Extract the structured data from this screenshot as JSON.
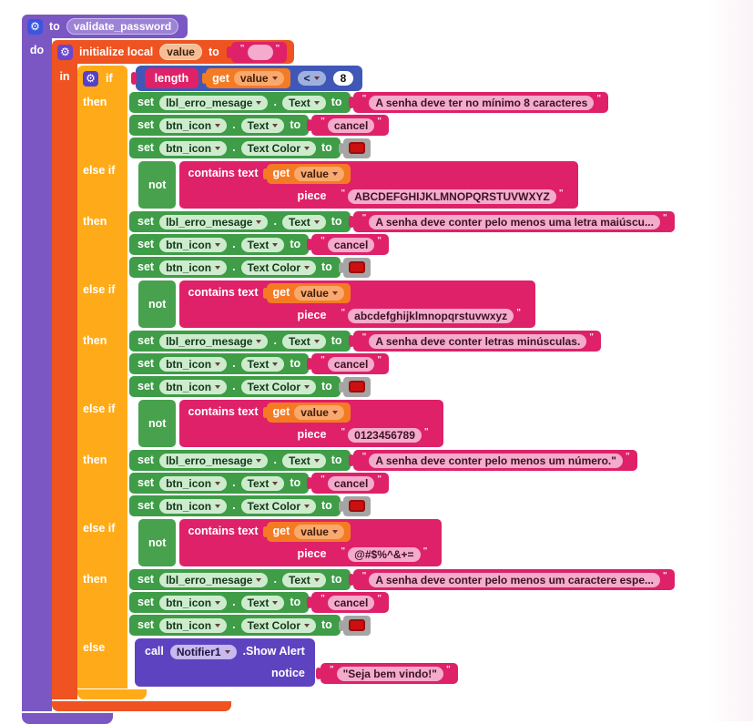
{
  "labels": {
    "to": "to",
    "do": "do",
    "in": "in",
    "if": "if",
    "then": "then",
    "else_if": "else if",
    "else": "else",
    "set": "set",
    "dot": ".",
    "not": "not",
    "contains": "contains text",
    "piece": "piece",
    "length": "length",
    "get": "get",
    "call": "call",
    "notice": "notice",
    "quote": "\""
  },
  "icons": {
    "gear": "⚙"
  },
  "procedure": {
    "name": "validate_password"
  },
  "init_local": {
    "label": "initialize local",
    "var": "value",
    "value": ""
  },
  "condition": {
    "var": "value",
    "op": "<",
    "number": "8"
  },
  "fields": {
    "label_component": "lbl_erro_mesage",
    "button_component": "btn_icon",
    "prop_text": "Text",
    "prop_text_color": "Text Color",
    "icon_value": "cancel",
    "component": "Notifier1",
    "method": ".Show Alert"
  },
  "branches": [
    {
      "message": "A senha deve ter no mínimo 8 caracteres"
    },
    {
      "piece": "ABCDEFGHIJKLMNOPQRSTUVWXYZ",
      "message": "A senha deve conter pelo menos uma letra maiúscu..."
    },
    {
      "piece": "abcdefghijklmnopqrstuvwxyz",
      "message": "A senha deve conter letras minúsculas."
    },
    {
      "piece": "0123456789",
      "message": "A senha deve conter pelo menos um número.\""
    },
    {
      "piece": "@#$%^&+=",
      "message": "A senha deve conter pelo menos um caractere espe..."
    }
  ],
  "else_branch": {
    "notice_value": "\"Seja bem vindo!\""
  },
  "colors": {
    "procedure_purple": "#7b57c4",
    "variable_orange": "#ee5321",
    "control_yellow": "#ffab19",
    "setter_green": "#3f9c47",
    "logic_green": "#47a14d",
    "text_pink": "#de2168",
    "math_blue": "#3f58b7",
    "getter_orange": "#f57b23",
    "call_purple": "#5e43c0",
    "swatch_red": "#cc1010",
    "color_socket_grey": "#a5a5a5"
  }
}
